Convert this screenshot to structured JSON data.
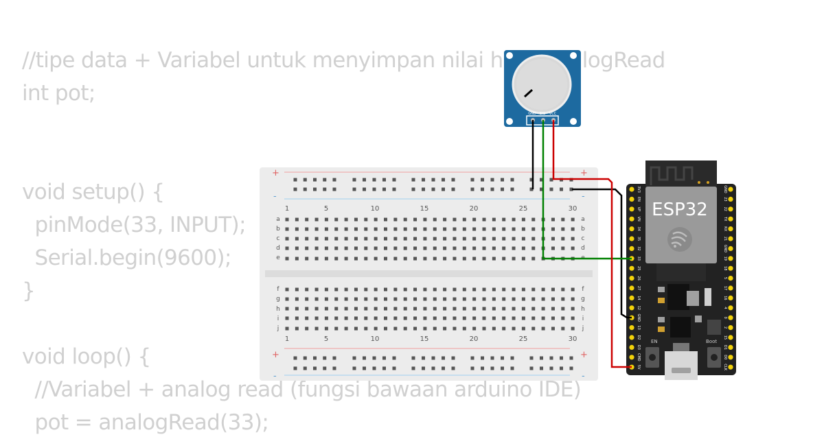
{
  "code": {
    "lines": [
      "//tipe data + Variabel untuk menyimpan nilai hasil analogRead",
      "int pot;",
      "",
      "",
      "void setup() {",
      "  pinMode(33, INPUT);",
      "  Serial.begin(9600);",
      "}",
      "",
      "void loop() {",
      "  //Variabel + analog read (fungsi bawaan arduino IDE)",
      "  pot = analogRead(33);"
    ]
  },
  "potentiometer": {
    "pins": [
      "GND",
      "SIG",
      "VCC"
    ]
  },
  "breadboard": {
    "column_numbers": [
      "1",
      "5",
      "10",
      "15",
      "20",
      "25",
      "30"
    ],
    "top_rows": [
      "a",
      "b",
      "c",
      "d",
      "e"
    ],
    "bottom_rows": [
      "f",
      "g",
      "h",
      "i",
      "j"
    ],
    "plus_sign": "+",
    "minus_sign": "-"
  },
  "esp32": {
    "name": "ESP32",
    "en_label": "EN",
    "boot_label": "Boot",
    "left_pins": [
      "3V3",
      "EN",
      "VP",
      "VN",
      "34",
      "35",
      "32",
      "33",
      "25",
      "26",
      "27",
      "14",
      "12",
      "GND",
      "13",
      "D2",
      "D3",
      "CMD",
      "5V"
    ],
    "right_pins": [
      "GND",
      "23",
      "22",
      "TX",
      "RX",
      "21",
      "GND",
      "19",
      "18",
      "5",
      "17",
      "16",
      "4",
      "0",
      "2",
      "15",
      "D1",
      "D0",
      "CLK"
    ]
  },
  "wires": {
    "gnd": "#000000",
    "signal": "#008000",
    "vcc": "#cc0000"
  }
}
